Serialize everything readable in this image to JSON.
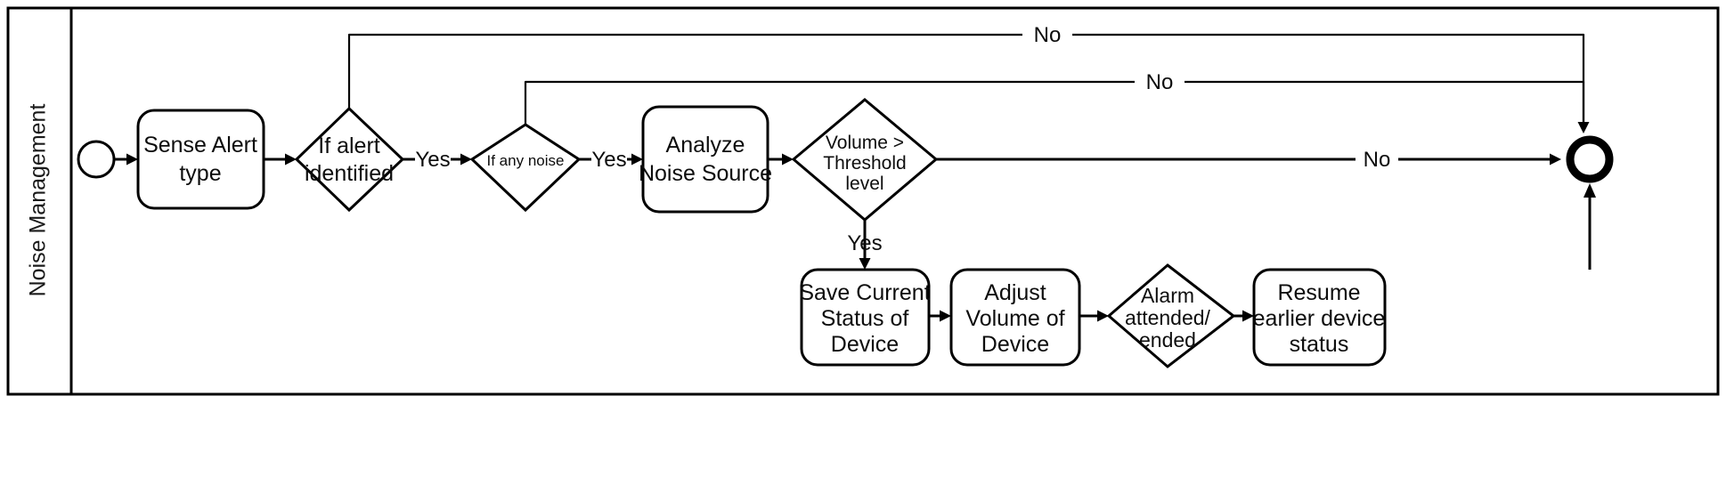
{
  "diagram": {
    "type": "bpmn-flowchart",
    "title": "Noise Management",
    "lane_label": "Noise Management",
    "background_color": "#ffffff",
    "line_color": "#000000",
    "text_color": "#0d0d0d"
  },
  "events": {
    "start": {
      "name": "start-event",
      "label": ""
    },
    "end": {
      "name": "end-event",
      "label": ""
    }
  },
  "tasks": [
    {
      "id": "sense-alert-type",
      "lines": [
        "Sense Alert",
        "type"
      ]
    },
    {
      "id": "analyze-noise-source",
      "lines": [
        "Analyze",
        "Noise Source"
      ]
    },
    {
      "id": "save-current-status-of-device",
      "lines": [
        "Save Current",
        "Status of",
        "Device"
      ]
    },
    {
      "id": "adjust-volume-of-device",
      "lines": [
        "Adjust",
        "Volume of",
        "Device"
      ]
    },
    {
      "id": "resume-earlier-device-status",
      "lines": [
        "Resume",
        "earlier device",
        "status"
      ]
    }
  ],
  "gateways": [
    {
      "id": "if-alert-identified",
      "lines": [
        "If alert",
        "identified"
      ],
      "size": "normal"
    },
    {
      "id": "if-any-noise",
      "lines": [
        "If any noise"
      ],
      "size": "small"
    },
    {
      "id": "volume-greater-than-threshold",
      "lines": [
        "Volume >",
        "Threshold",
        "level"
      ],
      "size": "normal"
    },
    {
      "id": "alarm-attended-ended",
      "lines": [
        "Alarm",
        "attended/",
        "ended"
      ],
      "size": "normal"
    }
  ],
  "edge_labels": {
    "alert_yes": "Yes",
    "alert_no": "No",
    "noise_yes": "Yes",
    "noise_no": "No",
    "volume_no": "No",
    "volume_yes": "Yes"
  }
}
